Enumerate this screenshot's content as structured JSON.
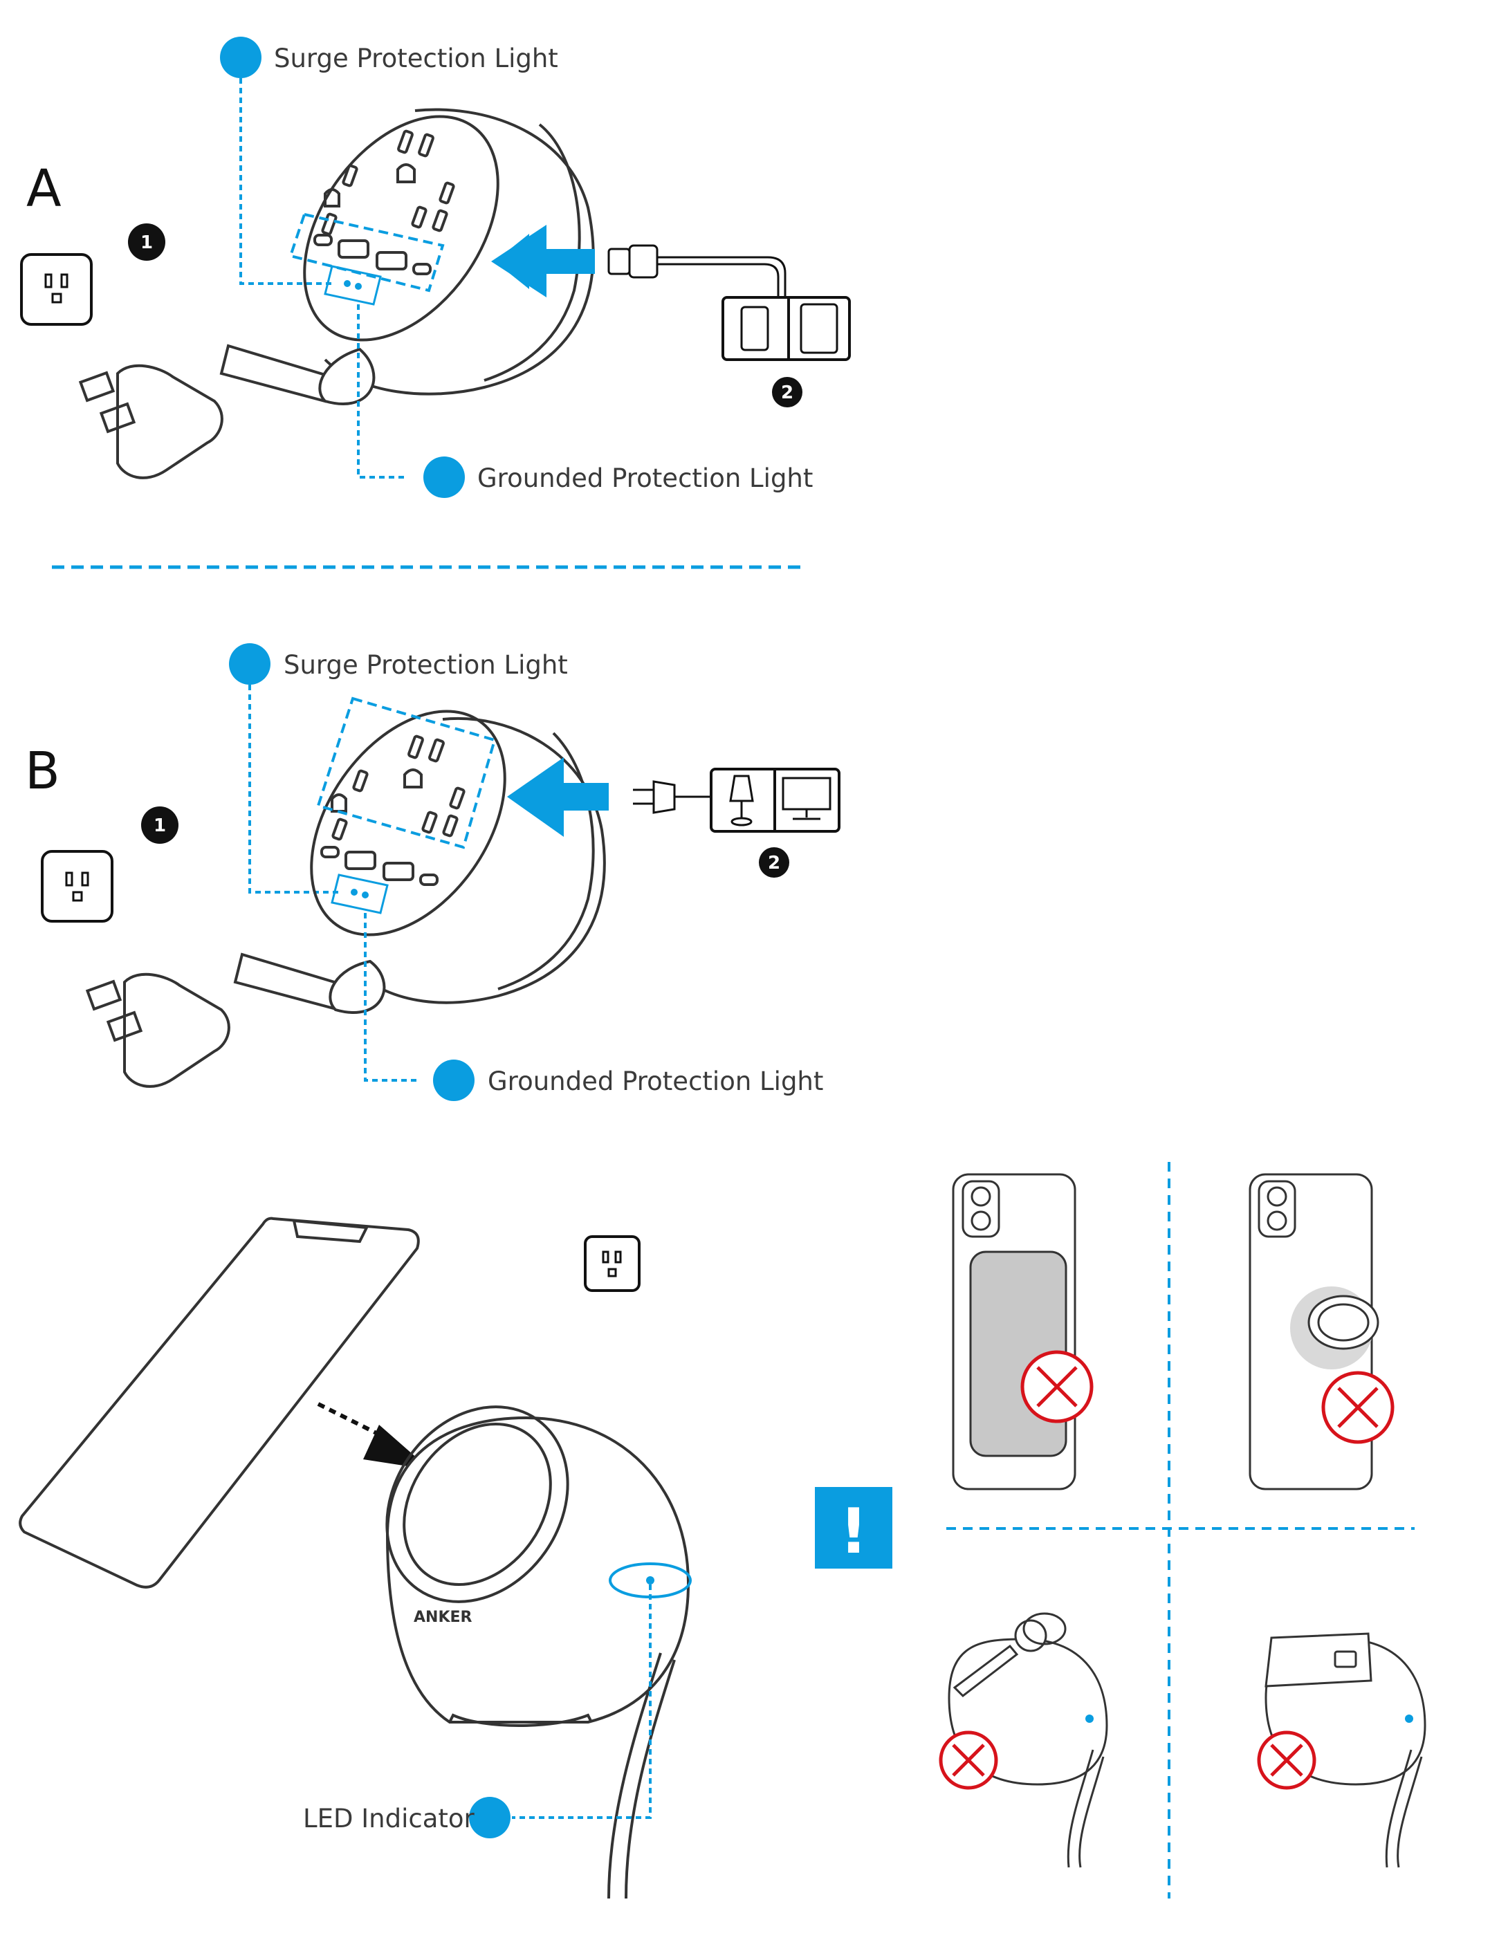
{
  "sectionA": {
    "letter": "A",
    "surge_label": "Surge Protection Light",
    "ground_label": "Grounded Protection Light",
    "step1": "1",
    "step2": "2"
  },
  "sectionB": {
    "letter": "B",
    "surge_label": "Surge Protection Light",
    "ground_label": "Grounded Protection Light",
    "step1": "1",
    "step2": "2"
  },
  "sectionC": {
    "led_label": "LED Indicator",
    "brand": "ANKER",
    "warning_mark": "!"
  },
  "colors": {
    "accent": "#0a9de0",
    "line": "#333333",
    "prohibit": "#d7131b",
    "wallet": "#c8c8c8"
  },
  "icons": [
    "outlet-icon",
    "arrow-icon",
    "phone-icon",
    "tablet-icon",
    "lamp-icon",
    "monitor-icon",
    "warning-icon",
    "prohibit-icon",
    "key-icon",
    "card-icon"
  ]
}
